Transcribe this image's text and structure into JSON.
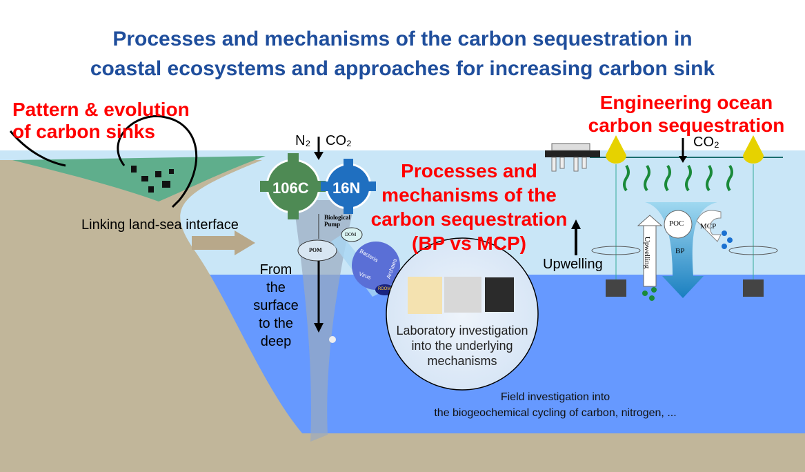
{
  "title": {
    "line1": "Processes and mechanisms of the carbon sequestration in",
    "line2": "coastal ecosystems and approaches for increasing carbon sink"
  },
  "left_heading": {
    "line1": "Pattern & evolution",
    "line2": "of carbon sinks"
  },
  "right_heading": {
    "line1": "Engineering ocean",
    "line2": "carbon sequestration"
  },
  "center_heading": {
    "line1": "Processes and",
    "line2": "mechanisms of the",
    "line3": "carbon sequestration",
    "line4": "(BP vs MCP)"
  },
  "labels": {
    "land_sea": "Linking land-sea interface",
    "n2": "N₂",
    "co2_left": "CO₂",
    "co2_right": "CO₂",
    "gear_c": "106C",
    "gear_n": "16N",
    "bio_pump": "Biological Pump",
    "pom": "POM",
    "dom": "DOM",
    "bacteria": "Bacteria",
    "virus": "Virus",
    "archaea": "Archaea",
    "rdom": "RDOM",
    "surface_deep": [
      "From",
      "the",
      "surface",
      "to the",
      "deep"
    ],
    "lab": [
      "Laboratory investigation",
      "into the underlying",
      "mechanisms"
    ],
    "upwelling_left": "Upwelling",
    "upwelling_arrow": "Upwelling",
    "poc": "POC",
    "mcp": "MCP",
    "bp": "BP",
    "field": [
      "Field investigation into",
      "the biogeochemical cycling of carbon, nitrogen, ..."
    ]
  },
  "colors": {
    "title": "#1f4e9c",
    "heading": "#ff0000",
    "shallow": "#c9e6f7",
    "deep": "#6699ff",
    "land": "#c1b69a",
    "coastal": "#5fae8c"
  }
}
